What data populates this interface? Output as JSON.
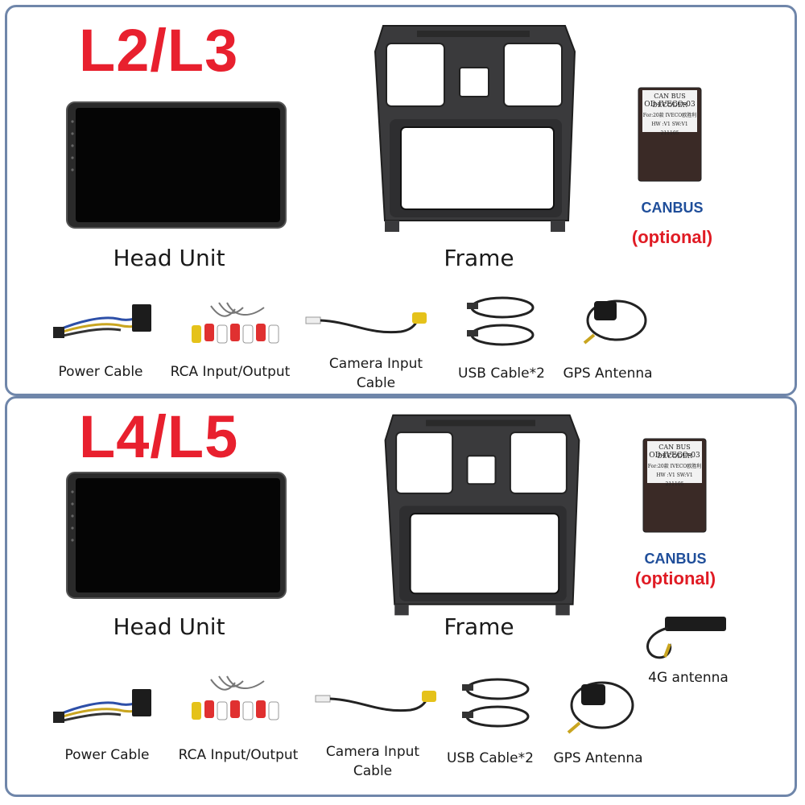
{
  "sections": [
    {
      "model": "L2/L3",
      "head_unit_label": "Head Unit",
      "frame_label": "Frame",
      "canbus": {
        "title": "CANBUS",
        "note": "(optional)",
        "decoder_header": "CAN BUS DECODER",
        "decoder_model": "OD-IVECO-03",
        "decoder_for": "For:20款 IVECO欧胜利",
        "decoder_fw": "HW :V1   SW:V1  211105"
      },
      "accessories": {
        "power": "Power Cable",
        "rca": "RCA Input/Output",
        "camera": [
          "Camera Input",
          "Cable"
        ],
        "usb": "USB Cable*2",
        "gps": "GPS Antenna"
      }
    },
    {
      "model": "L4/L5",
      "head_unit_label": "Head Unit",
      "frame_label": "Frame",
      "canbus": {
        "title": "CANBUS",
        "note": "(optional)",
        "decoder_header": "CAN BUS DECODER",
        "decoder_model": "OD-IVECO-03",
        "decoder_for": "For:20款 IVECO欧胜利",
        "decoder_fw": "HW :V1   SW:V1  211105"
      },
      "antenna_4g": "4G antenna",
      "accessories": {
        "power": "Power Cable",
        "rca": "RCA Input/Output",
        "camera": [
          "Camera Input",
          "Cable"
        ],
        "usb": "USB Cable*2",
        "gps": "GPS Antenna"
      }
    }
  ],
  "colors": {
    "accent_red": "#e8202e",
    "canbus_blue": "#1f4e9a",
    "border": "#6f86aa"
  }
}
